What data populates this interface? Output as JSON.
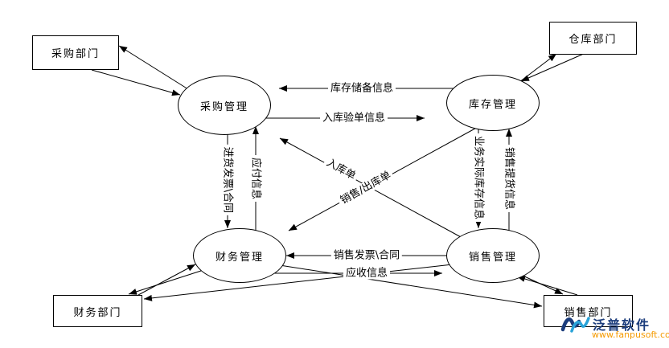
{
  "nodes": {
    "purchasing_dept": "采购部门",
    "warehouse_dept": "仓库部门",
    "finance_dept": "财务部门",
    "sales_dept": "销售部门",
    "purchasing_mgmt": "采购管理",
    "inventory_mgmt": "库存管理",
    "finance_mgmt": "财务管理",
    "sales_mgmt": "销售管理"
  },
  "labels": {
    "inventory_reserve": "库存储备信息",
    "inbound_check": "入库验单信息",
    "purchase_invoice": "进货发票\\合同",
    "payable": "应付信息",
    "inbound_order": "入库单",
    "sales_outbound": "销售/出库单",
    "actual_stock": "业务实际库存信息",
    "sales_pickup": "销售提货信息",
    "sales_invoice": "销售发票\\合同",
    "receivable": "应收信息"
  },
  "flows": [
    {
      "from": "库存管理",
      "to": "采购管理",
      "label": "库存储备信息"
    },
    {
      "from": "采购管理",
      "to": "库存管理",
      "label": "入库验单信息"
    },
    {
      "from": "采购管理",
      "to": "财务管理",
      "label": "进货发票\\合同"
    },
    {
      "from": "财务管理",
      "to": "采购管理",
      "label": "应付信息"
    },
    {
      "from": "销售管理",
      "to": "采购管理",
      "label": "入库单"
    },
    {
      "from": "库存管理",
      "to": "财务管理",
      "label": "销售/出库单"
    },
    {
      "from": "库存管理",
      "to": "销售管理",
      "label": "业务实际库存信息"
    },
    {
      "from": "销售管理",
      "to": "库存管理",
      "label": "销售提货信息"
    },
    {
      "from": "销售管理",
      "to": "财务管理",
      "label": "销售发票\\合同"
    },
    {
      "from": "财务管理",
      "to": "销售管理",
      "label": "应收信息"
    },
    {
      "from": "采购管理",
      "to": "采购部门",
      "label": ""
    },
    {
      "from": "采购部门",
      "to": "采购管理",
      "label": ""
    },
    {
      "from": "库存管理",
      "to": "仓库部门",
      "label": ""
    },
    {
      "from": "仓库部门",
      "to": "库存管理",
      "label": ""
    },
    {
      "from": "财务管理",
      "to": "财务部门",
      "label": ""
    },
    {
      "from": "财务部门",
      "to": "财务管理",
      "label": ""
    },
    {
      "from": "销售管理",
      "to": "销售部门",
      "label": ""
    },
    {
      "from": "销售部门",
      "to": "销售管理",
      "label": ""
    },
    {
      "from": "销售管理",
      "to": "财务部门",
      "label": ""
    },
    {
      "from": "财务管理",
      "to": "销售部门",
      "label": ""
    }
  ],
  "watermark": {
    "brand": "泛普软件",
    "url": "www.fanpusoft.com"
  },
  "colors": {
    "line": "#000000",
    "brand_blue": "#1c3d7c",
    "brand_cyan": "#29a3d8",
    "url_orange": "#f59a00"
  }
}
